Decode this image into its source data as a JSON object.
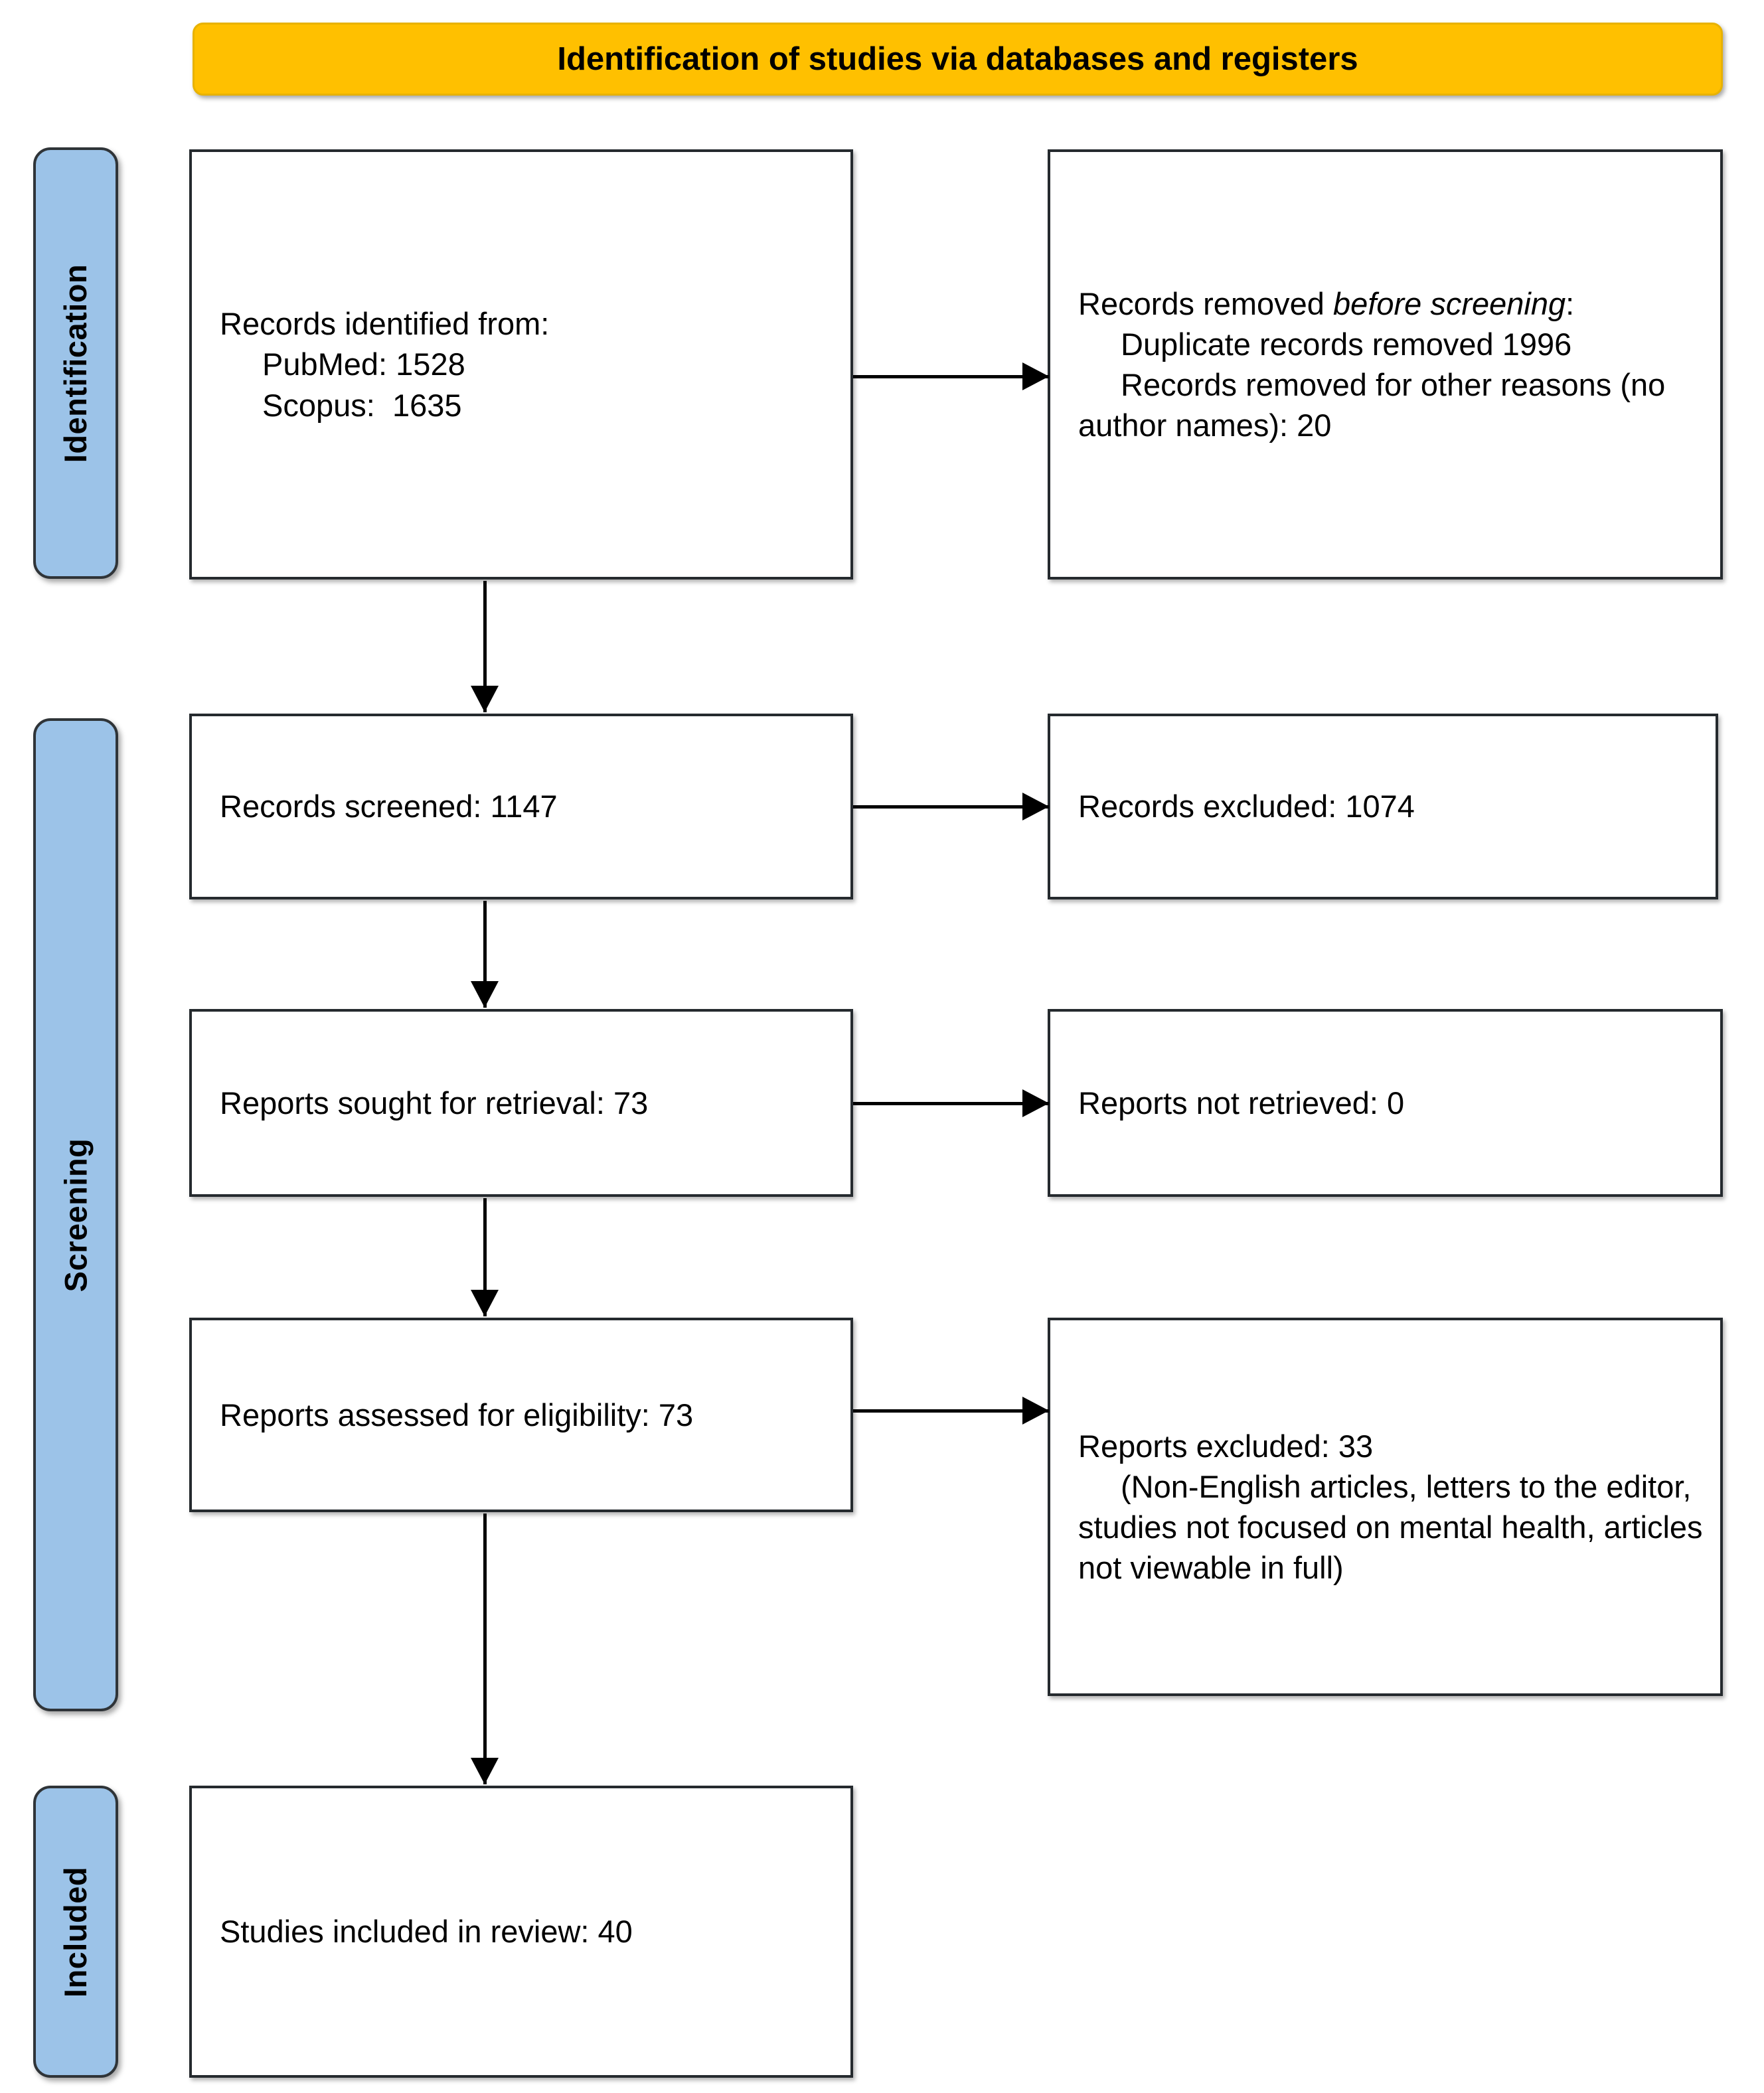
{
  "header": {
    "title": "Identification of studies via databases and registers",
    "background_color": "#FFC000"
  },
  "stages": {
    "identification": "Identification",
    "screening": "Screening",
    "included": "Included",
    "background_color": "#9CC3E8"
  },
  "boxes": {
    "identified": {
      "line1": "Records identified from:",
      "line2": "PubMed: 1528",
      "line3": "Scopus:  1635",
      "sources": [
        {
          "name": "PubMed",
          "count": 1528
        },
        {
          "name": "Scopus",
          "count": 1635
        }
      ]
    },
    "removed_before_screening": {
      "lead_prefix": "Records removed ",
      "lead_italic": "before screening",
      "lead_suffix": ":",
      "item1": "Duplicate records removed 1996",
      "item2": "Records removed for other reasons (no author names): 20",
      "duplicate_records_removed": 1996,
      "other_reasons_removed": 20
    },
    "screened": {
      "text": "Records screened: 1147",
      "count": 1147
    },
    "records_excluded": {
      "text": "Records excluded: 1074",
      "count": 1074
    },
    "sought": {
      "text": "Reports sought for retrieval: 73",
      "count": 73
    },
    "not_retrieved": {
      "text": "Reports not retrieved: 0",
      "count": 0
    },
    "assessed": {
      "text": "Reports assessed for eligibility: 73",
      "count": 73
    },
    "reports_excluded": {
      "line1": "Reports excluded: 33",
      "line2": "(Non-English articles, letters to the editor, studies not focused on mental health, articles not viewable in full)",
      "count": 33
    },
    "included": {
      "text": "Studies included in review: 40",
      "count": 40
    }
  }
}
